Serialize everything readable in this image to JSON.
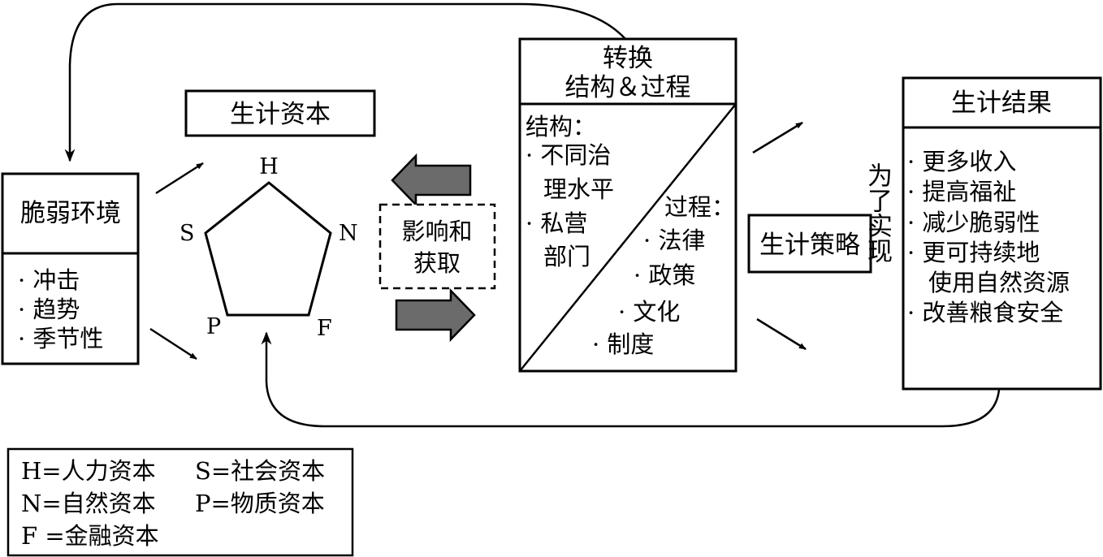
{
  "vulnerability": {
    "title": "脆弱环境",
    "items": [
      "· 冲击",
      "· 趋势",
      "· 季节性"
    ]
  },
  "capital": {
    "title": "生计资本",
    "vertices": {
      "H": "H",
      "N": "N",
      "F": "F",
      "P": "P",
      "S": "S"
    }
  },
  "influence": {
    "line1": "影响和",
    "line2": "获取"
  },
  "transform": {
    "title_line1": "转换",
    "title_line2": "结构＆过程",
    "structure_label": "结构：",
    "structure_items": [
      "· 不同治",
      "理水平",
      "· 私营",
      "部门"
    ],
    "process_label": "过程：",
    "process_items": [
      "· 法律",
      "· 政策",
      "· 文化",
      "· 制度"
    ]
  },
  "strategy": {
    "title": "生计策略",
    "purpose": "为了实现"
  },
  "outcomes": {
    "title": "生计结果",
    "items": [
      "· 更多收入",
      "· 提高福祉",
      "· 减少脆弱性",
      "· 更可持续地",
      "使用自然资源",
      "· 改善粮食安全"
    ]
  },
  "legend": {
    "entries": [
      "H=人力资本",
      "S=社会资本",
      "N=自然资本",
      "P=物质资本",
      "F =金融资本"
    ]
  },
  "colors": {
    "line": "#000000",
    "arrow_fill": "#6b6b6b"
  }
}
